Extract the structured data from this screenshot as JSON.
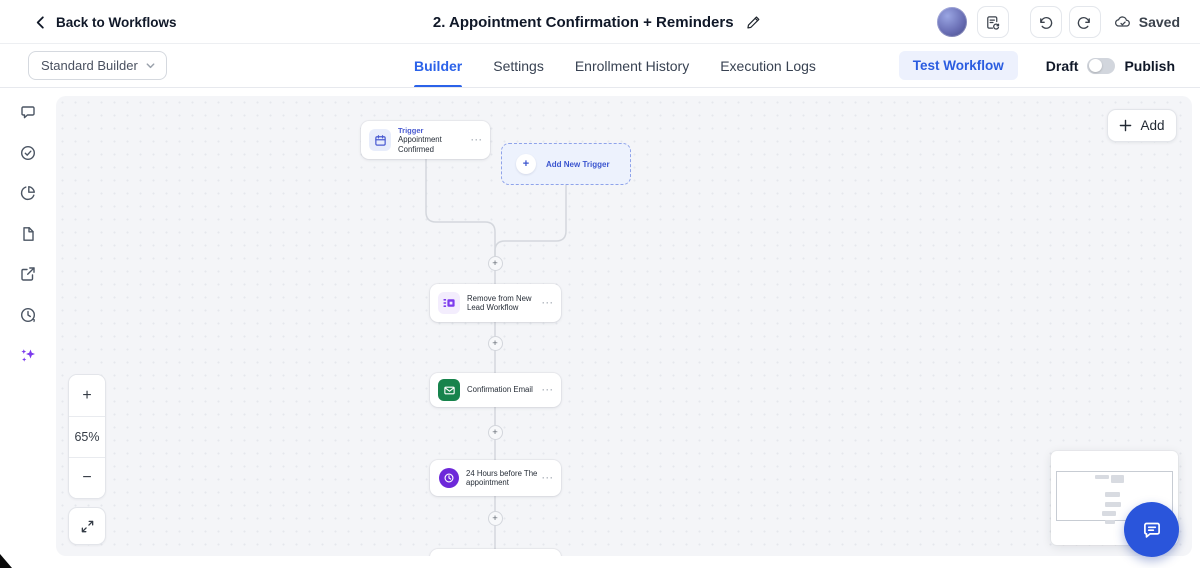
{
  "header": {
    "back_label": "Back to Workflows",
    "title": "2. Appointment Confirmation + Reminders",
    "saved_label": "Saved"
  },
  "toolbar": {
    "builder_select_value": "Standard Builder",
    "tabs": [
      {
        "label": "Builder",
        "active": true
      },
      {
        "label": "Settings",
        "active": false
      },
      {
        "label": "Enrollment History",
        "active": false
      },
      {
        "label": "Execution Logs",
        "active": false
      }
    ],
    "test_workflow_label": "Test Workflow",
    "draft_label": "Draft",
    "publish_label": "Publish",
    "accent_color": "#2b62e9"
  },
  "sidebar_icons": [
    "comment-icon",
    "check-circle-icon",
    "pie-chart-icon",
    "file-icon",
    "external-link-icon",
    "history-clock-icon",
    "ai-sparkles-icon"
  ],
  "canvas": {
    "add_button_label": "Add",
    "plus": "+",
    "zoom": {
      "zoom_in": "+",
      "level": "65%",
      "zoom_out": "−"
    },
    "trigger_node": {
      "type_label": "Trigger",
      "title": "Appointment Confirmed",
      "menu": "···"
    },
    "add_new_trigger": {
      "plus": "+",
      "label": "Add New Trigger"
    },
    "nodes": [
      {
        "title": "Remove from New Lead Workflow",
        "icon": "remove-from-workflow-icon",
        "icon_color": "#7c3aed",
        "menu": "···"
      },
      {
        "title": "Confirmation Email",
        "icon": "email-icon",
        "icon_color": "#17834c",
        "menu": "···"
      },
      {
        "title": "24 Hours before The appointment",
        "icon": "wait-clock-icon",
        "icon_color": "#6d28d9",
        "menu": "···"
      }
    ],
    "status_colors": {
      "trigger_accent": "#4a5bd1",
      "dashed_box": "#8fa3ea"
    }
  }
}
